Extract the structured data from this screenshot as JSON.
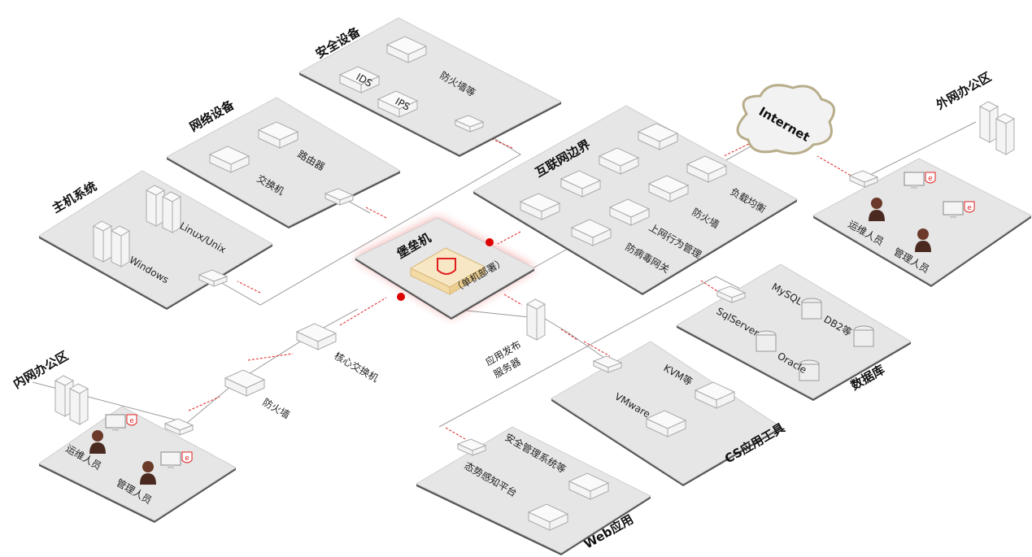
{
  "zones": {
    "security": {
      "title": "安全设备",
      "items": [
        "IDS",
        "IPS",
        "防火墙等"
      ]
    },
    "network": {
      "title": "网络设备",
      "items": [
        "路由器",
        "交换机"
      ]
    },
    "hosts": {
      "title": "主机系统",
      "items": [
        "Linux/Unix",
        "Windows"
      ]
    },
    "internet_edge": {
      "title": "互联网边界",
      "items": [
        "负载均衡",
        "防火墙",
        "上网行为管理",
        "防病毒网关"
      ]
    },
    "bastion": {
      "title": "堡垒机",
      "subtitle": "（单机部署）"
    },
    "external_office": {
      "title": "外网办公区",
      "items": [
        "运维人员",
        "管理人员"
      ]
    },
    "database": {
      "title": "数据库",
      "items": [
        "MySQL",
        "SqlServer",
        "DB2等",
        "Oracle"
      ]
    },
    "cs_tools": {
      "title": "CS应用工具",
      "items": [
        "KVM等",
        "VMware"
      ]
    },
    "web_apps": {
      "title": "Web应用",
      "items": [
        "安全管理系统等",
        "态势感知平台"
      ]
    },
    "internal_office": {
      "title": "内网办公区",
      "items": [
        "运维人员",
        "管理人员"
      ]
    }
  },
  "nodes": {
    "internet": "Internet",
    "app_server": "应用发布\n服务器",
    "app_server_line1": "应用发布",
    "app_server_line2": "服务器",
    "core_switch": "核心交换机",
    "firewall": "防火墙"
  },
  "colors": {
    "accent": "#e02020",
    "platform": "#e6e6e6",
    "bastion_device": "#f7e7c4"
  }
}
